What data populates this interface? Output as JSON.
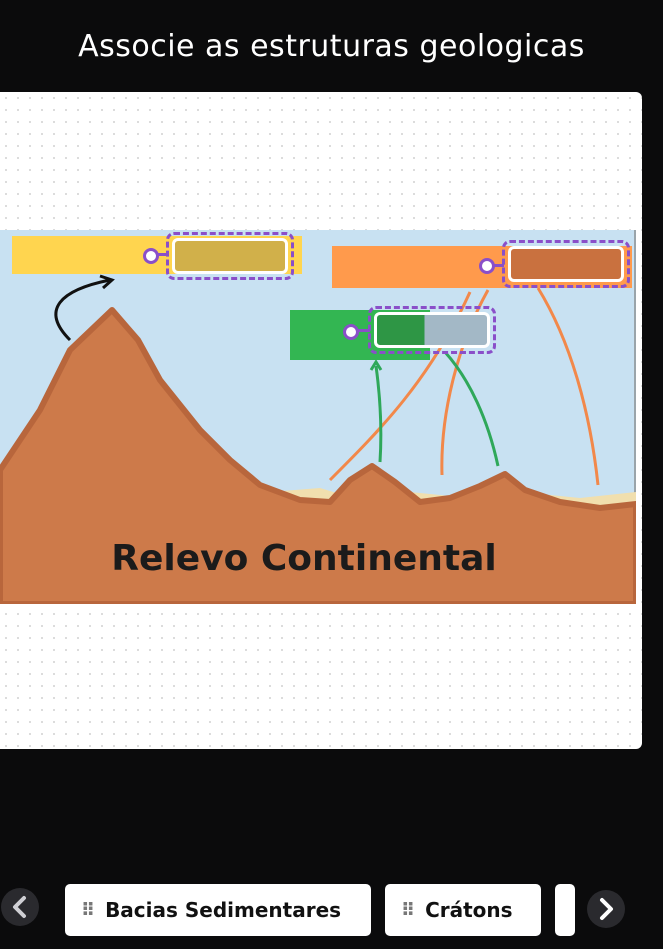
{
  "header": {
    "title": "Associe as estruturas geologicas"
  },
  "diagram": {
    "label": "Relevo Continental",
    "colors": {
      "sky": "#c8e1f2",
      "land": "#cd7a4a",
      "land_edge": "#b8663c",
      "yellow_label": "#ffd54f",
      "yellow_fill": "#d1b04a",
      "orange_label": "#ff9a4c",
      "orange_fill": "#c9713f",
      "green_label": "#33b652",
      "green_fill": "#2e9645",
      "gray_fill": "#a3b8c6",
      "accent_purple": "#8a4fc9",
      "arrow_orange": "#f2884a",
      "arrow_green": "#2fa85a"
    }
  },
  "answer_chips": [
    {
      "label": "Bacias Sedimentares"
    },
    {
      "label": "Crátons"
    },
    {
      "label": ""
    }
  ],
  "nav": {
    "prev_icon": "chevron-left-icon",
    "next_icon": "chevron-right-icon"
  }
}
